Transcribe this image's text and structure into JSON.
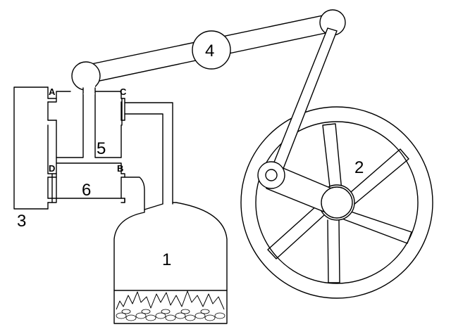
{
  "labels": {
    "part1": "1",
    "part2": "2",
    "part3": "3",
    "part4": "4",
    "part5": "5",
    "part6": "6",
    "valve_a": "A",
    "valve_b": "B",
    "valve_c": "C",
    "valve_d": "D"
  },
  "colors": {
    "line": "#000000",
    "background": "#ffffff"
  }
}
